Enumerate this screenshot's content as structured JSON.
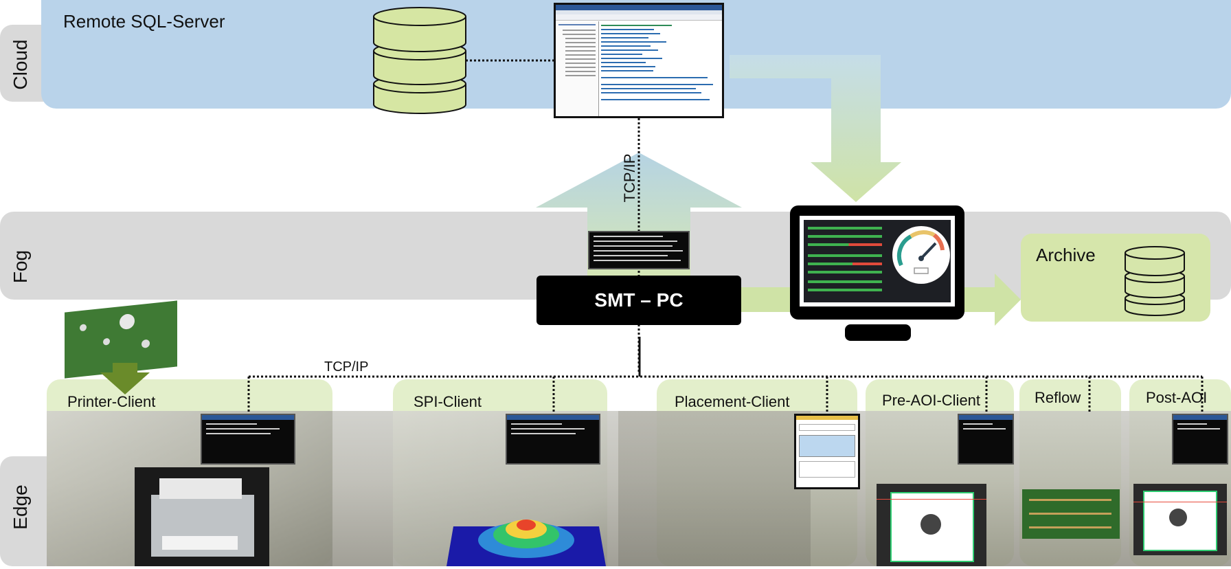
{
  "layers": {
    "cloud": "Cloud",
    "fog": "Fog",
    "edge": "Edge"
  },
  "cloud": {
    "server_title": "Remote SQL-Server"
  },
  "fog": {
    "smt_pc_label": "SMT – PC",
    "protocol_up": "TCP/IP",
    "archive_label": "Archive"
  },
  "edge": {
    "protocol_bus": "TCP/IP",
    "clients": [
      "Printer-Client",
      "SPI-Client",
      "Placement-Client",
      "Pre-AOI-Client",
      "Reflow",
      "Post-AOI"
    ]
  },
  "colors": {
    "cloud_band": "#b9d3ea",
    "fog_band": "#d9d9d9",
    "green_light": "#cfe3a6",
    "green_panel": "#e3efcb",
    "db_fill": "#d6e6a3",
    "pcb_green": "#3f7a34",
    "arrow_dark_green": "#6a8b2a"
  },
  "icons": [
    "database-icon",
    "monitor-icon",
    "gauge-icon",
    "terminal-window-icon"
  ]
}
